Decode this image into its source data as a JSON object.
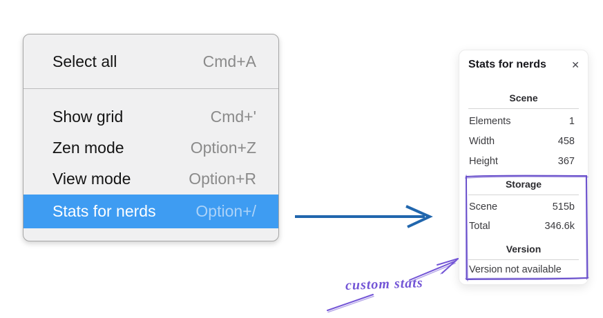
{
  "colors": {
    "menu_highlight_blue": "#3e9cf2",
    "flow_arrow_blue": "#2166ad",
    "annotation_purple": "#7355d6",
    "box_purple": "#6a50cc"
  },
  "context_menu": {
    "items": [
      {
        "label": "Select all",
        "shortcut": "Cmd+A",
        "highlighted": false
      },
      {
        "label": "Show grid",
        "shortcut": "Cmd+'",
        "highlighted": false
      },
      {
        "label": "Zen mode",
        "shortcut": "Option+Z",
        "highlighted": false
      },
      {
        "label": "View mode",
        "shortcut": "Option+R",
        "highlighted": false
      },
      {
        "label": "Stats for nerds",
        "shortcut": "Option+/",
        "highlighted": true
      }
    ]
  },
  "stats_panel": {
    "title": "Stats for nerds",
    "close_icon": "✕",
    "sections": [
      {
        "header": "Scene",
        "rows": [
          [
            "Elements",
            "1"
          ],
          [
            "Width",
            "458"
          ],
          [
            "Height",
            "367"
          ]
        ]
      },
      {
        "header": "Storage",
        "rows": [
          [
            "Scene",
            "515b"
          ],
          [
            "Total",
            "346.6k"
          ]
        ]
      },
      {
        "header": "Version",
        "note": "Version not available"
      }
    ]
  },
  "annotation": {
    "label": "custom stats"
  }
}
